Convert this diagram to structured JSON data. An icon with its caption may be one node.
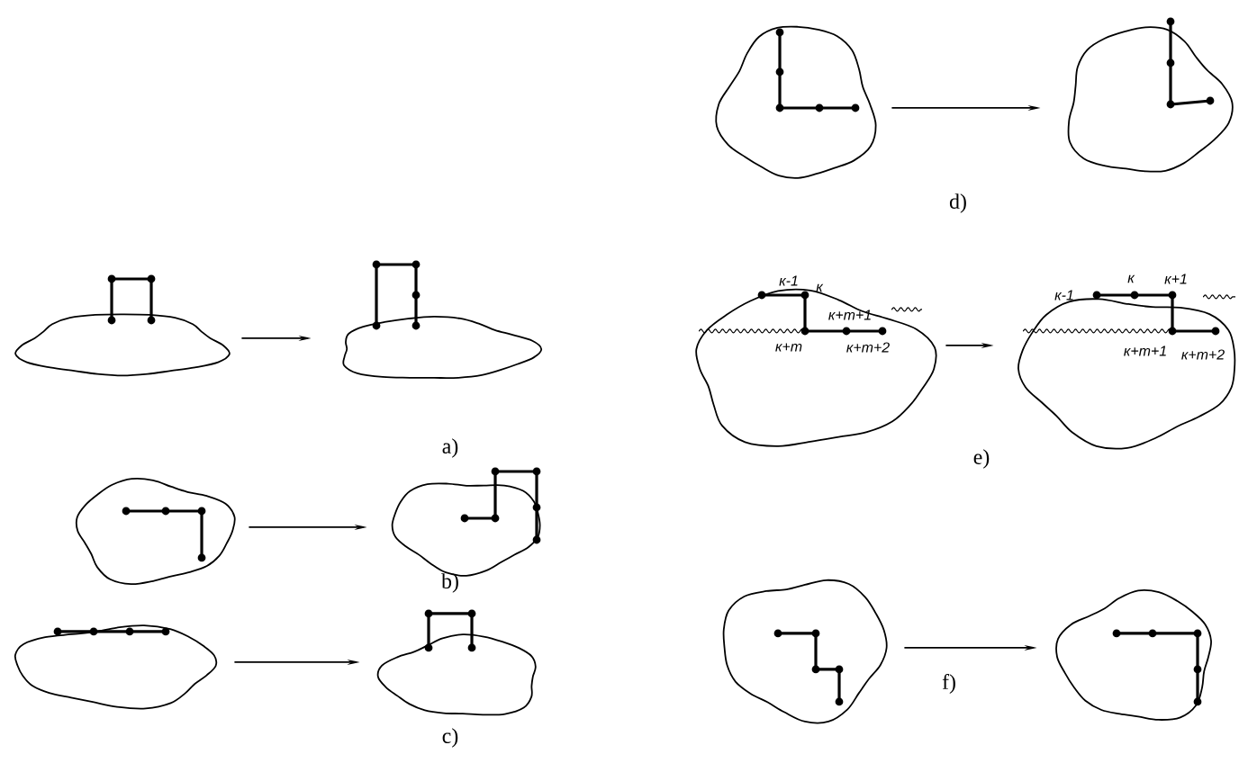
{
  "diagram": {
    "nodes": [
      {
        "text": [],
        "shape": "picture"
      },
      {
        "text": [],
        "shape": "picture"
      },
      {
        "text": [],
        "shape": "picture"
      },
      {
        "text": [],
        "shape": "picture"
      },
      {
        "text": [],
        "shape": "picture"
      },
      {
        "text": [],
        "shape": "picture"
      },
      {
        "text": [],
        "shape": "picture"
      },
      {
        "text": [],
        "shape": "picture"
      },
      {
        "text": [
          "к-1",
          "к",
          "к+m+1",
          "к+m",
          "к+m+2"
        ]
      },
      {
        "text": [
          "к-1",
          "к",
          "к+1",
          "к+m+1",
          "к+m+2"
        ]
      },
      {
        "text": [],
        "shape": "picture"
      },
      {
        "text": [],
        "shape": "picture"
      }
    ],
    "edges": [
      {
        "from": 0,
        "to": 1,
        "arrow": "to"
      },
      {
        "from": 2,
        "to": 3,
        "arrow": "to"
      },
      {
        "from": 4,
        "to": 5,
        "arrow": "to"
      },
      {
        "from": 6,
        "to": 7,
        "arrow": "to"
      },
      {
        "from": 8,
        "to": 9,
        "arrow": "to"
      },
      {
        "from": 10,
        "to": 11,
        "arrow": "to"
      }
    ],
    "labels": [
      "a)",
      "b)",
      "c)",
      "d)",
      "e)",
      "f)"
    ]
  }
}
